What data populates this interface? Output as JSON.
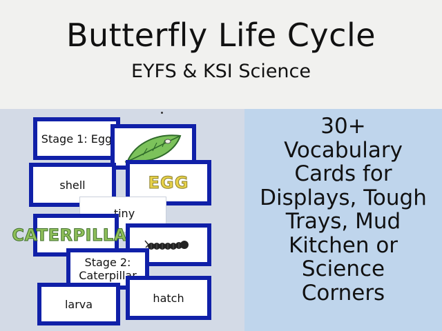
{
  "header": {
    "title": "Butterfly Life Cycle",
    "subtitle": "EYFS & KSI Science"
  },
  "cards": {
    "stage1": "Stage 1: Egg",
    "shell": "shell",
    "egg": "EGG",
    "tiny": "tiny",
    "caterpillar": "CATERPILLAR",
    "stage2_line1": "Stage 2:",
    "stage2_line2": "Caterpillar",
    "larva": "larva",
    "hatch": "hatch"
  },
  "icons": {
    "leaf": "leaf-with-egg-icon",
    "caterpillar": "caterpillar-icon"
  },
  "colors": {
    "card_border": "#1020a8",
    "left_panel": "#d3dae6",
    "right_panel": "#bfd5ec",
    "egg_word": "#e8d24a",
    "caterpillar_word": "#8fbf5a"
  },
  "promo": {
    "lines": [
      "30+",
      "Vocabulary",
      "Cards for",
      "Displays, Tough",
      "Trays, Mud",
      "Kitchen or",
      "Science",
      "Corners"
    ]
  }
}
